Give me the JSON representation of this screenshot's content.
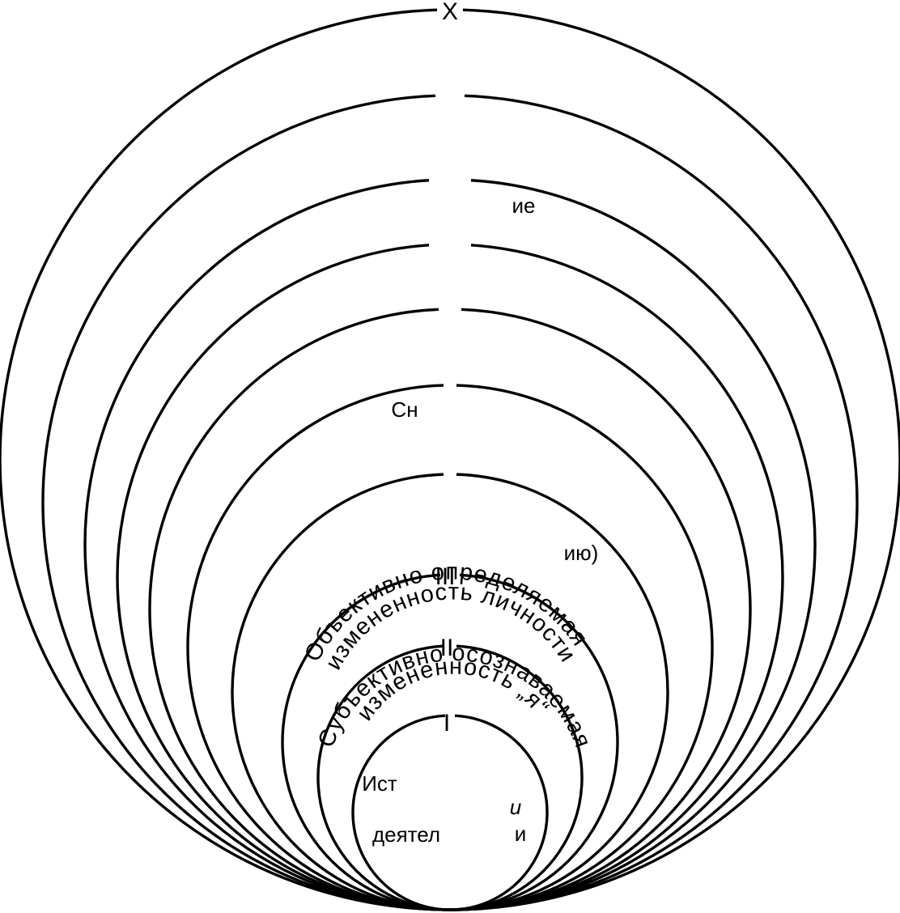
{
  "numerals": {
    "outer": "X",
    "ring3": "III",
    "ring2": "II",
    "ring1": "I"
  },
  "arc_labels": {
    "ring3_line1": "Объективно определяемая",
    "ring3_line2": "измененность личности",
    "ring2_line1": "Субъективно осознаваемая",
    "ring2_line2": "измененность „я“"
  },
  "fragments": {
    "ie": "ие",
    "sn": "Сн",
    "iyu": "ию)",
    "ist": "Ист",
    "deyatel": "деятел",
    "i_italic": "и",
    "i_plain": "и"
  }
}
